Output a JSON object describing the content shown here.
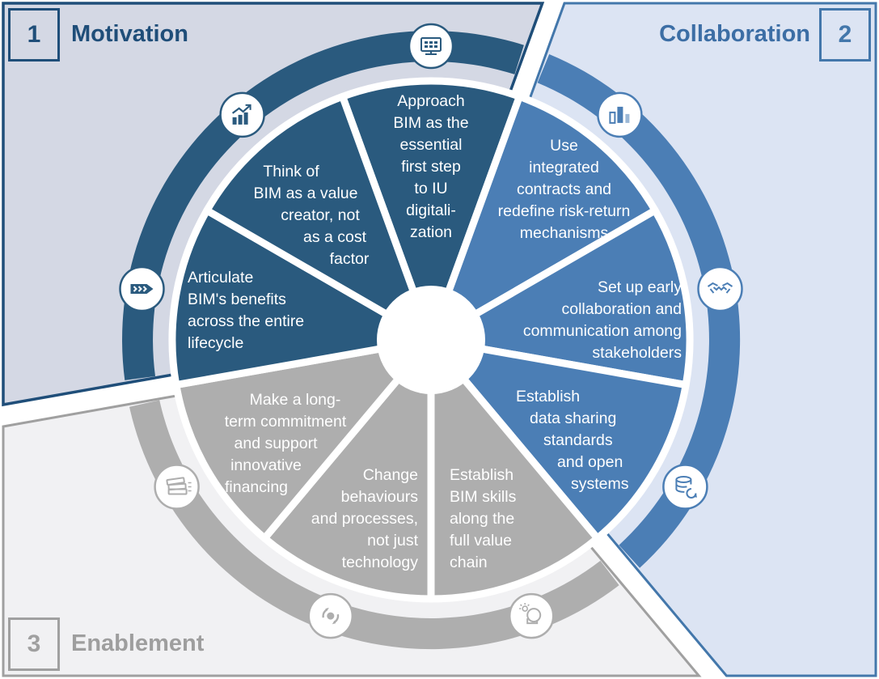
{
  "colors": {
    "m_accent": "#1f4e79",
    "m_fill": "#2a5a7e",
    "m_bg": "#d4d8e4",
    "c_accent": "#4377ab",
    "c_fill": "#4b7eb5",
    "c_bg": "#dce4f3",
    "c_title": "#3c6ea5",
    "e_accent": "#a0a0a0",
    "e_fill": "#aeaeae",
    "e_bg": "#f1f1f3",
    "e_title": "#9e9e9e",
    "wedge_text": "#ffffff"
  },
  "sections": [
    {
      "id": "motivation",
      "number": "1",
      "label": "Motivation"
    },
    {
      "id": "collaboration",
      "number": "2",
      "label": "Collaboration"
    },
    {
      "id": "enablement",
      "number": "3",
      "label": "Enablement"
    }
  ],
  "wedges": [
    {
      "id": "approach",
      "section": "motivation",
      "icon": "digital-monitor-icon",
      "lines": [
        "Approach",
        "BIM as the",
        "essential",
        "first step",
        "to IU",
        "digitali-",
        "zation"
      ]
    },
    {
      "id": "use-integrated-contracts",
      "section": "collaboration",
      "icon": "bar-chart-icon",
      "lines": [
        "Use",
        "integrated",
        "contracts and",
        "redefine risk-return",
        "mechanisms"
      ]
    },
    {
      "id": "set-up-early-collaboration",
      "section": "collaboration",
      "icon": "handshake-icon",
      "lines": [
        "Set up early",
        "collaboration and",
        "communication among",
        "stakeholders"
      ]
    },
    {
      "id": "data-sharing-standards",
      "section": "collaboration",
      "icon": "database-sync-icon",
      "lines": [
        "Establish",
        "data sharing",
        "standards",
        "and open",
        "systems"
      ]
    },
    {
      "id": "bim-skills",
      "section": "enablement",
      "icon": "head-idea-icon",
      "lines": [
        "Establish",
        "BIM skills",
        "along the",
        "full value",
        "chain"
      ]
    },
    {
      "id": "change-behaviours",
      "section": "enablement",
      "icon": "cycle-arrows-icon",
      "lines": [
        "Change",
        "behaviours",
        "and processes,",
        "not just",
        "technology"
      ]
    },
    {
      "id": "long-term-commitment",
      "section": "enablement",
      "icon": "money-stack-icon",
      "lines": [
        "Make a long-",
        "term commitment",
        "and support",
        "innovative",
        "financing"
      ]
    },
    {
      "id": "articulate-benefits",
      "section": "motivation",
      "icon": "process-arrow-icon",
      "lines": [
        "Articulate",
        "BIM's benefits",
        "across the entire",
        "lifecycle"
      ]
    },
    {
      "id": "think-value-creator",
      "section": "motivation",
      "icon": "growth-chart-icon",
      "lines": [
        "Think of",
        "BIM as a value",
        "creator, not",
        "as a cost",
        "factor"
      ]
    }
  ]
}
